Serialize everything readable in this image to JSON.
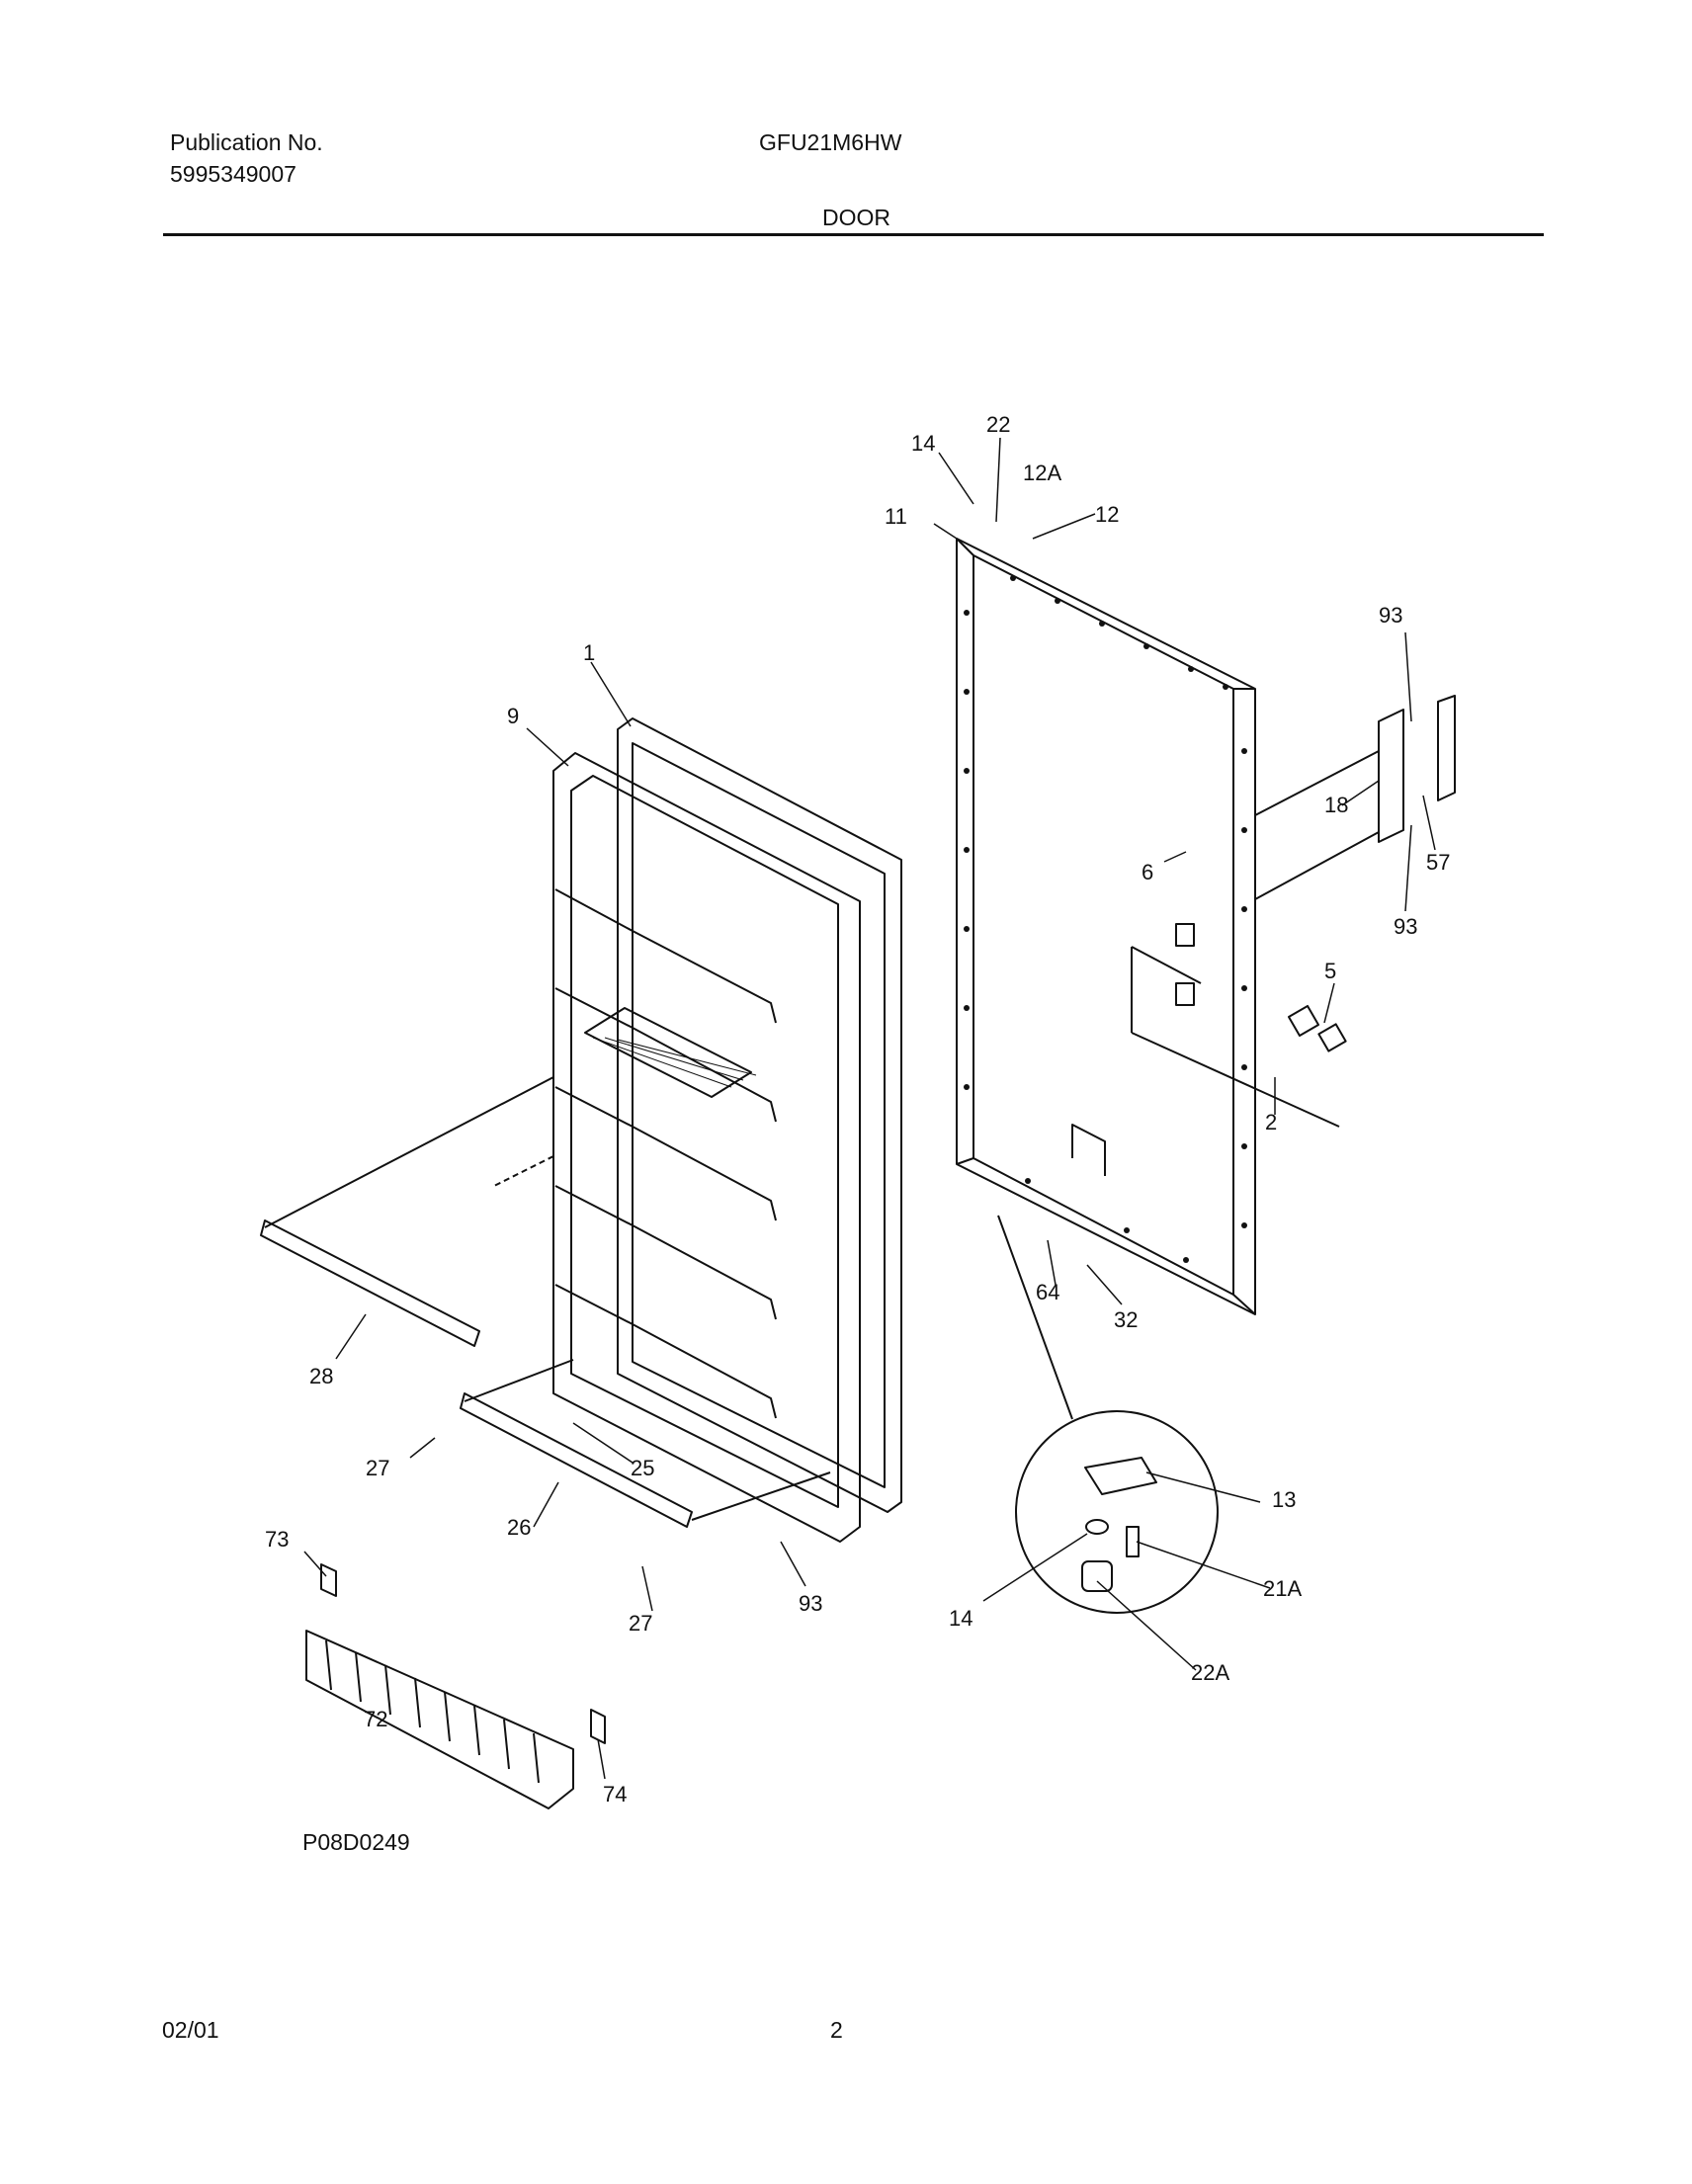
{
  "header": {
    "publication_label": "Publication No.",
    "publication_number": "5995349007",
    "model": "GFU21M6HW",
    "section_title": "DOOR"
  },
  "diagram": {
    "code": "P08D0249",
    "callouts": [
      "1",
      "2",
      "5",
      "6",
      "9",
      "11",
      "12",
      "12A",
      "13",
      "14",
      "14",
      "18",
      "21A",
      "22",
      "22A",
      "25",
      "26",
      "27",
      "27",
      "28",
      "32",
      "57",
      "64",
      "72",
      "73",
      "74",
      "93",
      "93",
      "93"
    ]
  },
  "footer": {
    "date": "02/01",
    "page": "2"
  }
}
